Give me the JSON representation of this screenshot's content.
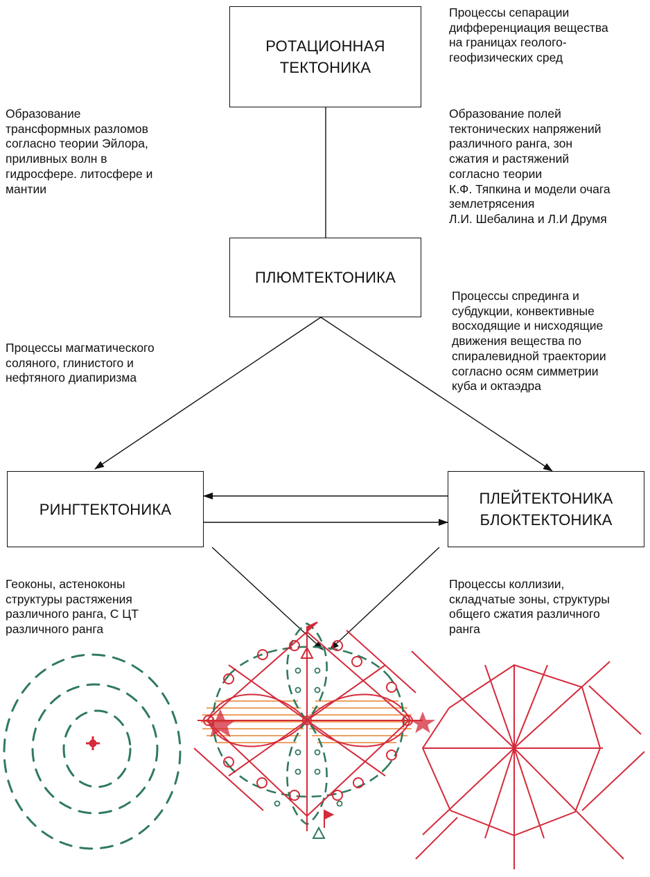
{
  "boxes": {
    "rotational": [
      "РОТАЦИОННАЯ",
      "ТЕКТОНИКА"
    ],
    "plume": [
      "ПЛЮМТЕКТОНИКА"
    ],
    "ring": [
      "РИНГТЕКТОНИКА"
    ],
    "plate": [
      "ПЛЕЙТЕКТОНИКА",
      "БЛОКТЕКТОНИКА"
    ]
  },
  "notes": {
    "separation": [
      "Процессы сепарации",
      "дифференциация вещества",
      "на границах геолого-",
      "геофизических сред"
    ],
    "transform": [
      "Образование",
      "трансформных разломов",
      "согласно теории Эйлора,",
      "приливных волн в",
      "гидросфере. литосфере и",
      "мантии"
    ],
    "stress": [
      "Образование полей",
      "тектонических напряжений",
      "различного ранга, зон",
      "сжатия и растяжений",
      "согласно теории",
      "К.Ф. Тяпкина и модели очага",
      "землетрясения",
      "Л.И. Шебалина и Л.И Друмя"
    ],
    "spreading": [
      "Процессы спрединга и",
      "субдукции, конвективные",
      "восходящие и нисходящие",
      "движения вещества по",
      "спиралевидной траектории",
      "согласно осям симметрии",
      "куба и октаэдра"
    ],
    "diapirism": [
      "Процессы магматического",
      "соляного, глинистого и",
      "нефтяного диапиризма"
    ],
    "geocones": [
      "Геоконы, астеноконы",
      "структуры растяжения",
      "различного ранга, С ЦТ",
      "различного ранга"
    ],
    "collision": [
      "Процессы коллизии,",
      "складчатые зоны, структуры",
      "общего сжатия различного",
      "ранга"
    ]
  },
  "colors": {
    "line": "#111111",
    "sketch_green": "#2f7a5c",
    "sketch_red": "#d42a3a",
    "sketch_orange": "#e8893a"
  }
}
